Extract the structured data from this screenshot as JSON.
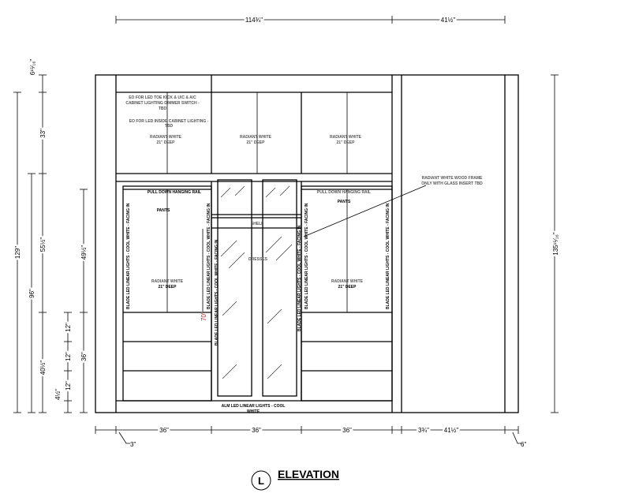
{
  "drawing": {
    "title": "ELEVATION",
    "marker": "L",
    "notes": {
      "switch_note_1": "EO FOR LED TOE KICK & U/C & A/C",
      "switch_note_2": "CABINET LIGHTING DIMMER SWITCH -",
      "switch_note_3": "TBD",
      "inside_note_1": "EO FOR LED INSIDE CABINET LIGHTING -",
      "inside_note_2": "TBD",
      "finish": "RADIANT WHITE",
      "depth": "21\" DEEP",
      "rail": "PULL DOWN HANGING RAIL",
      "pants": "PANTS",
      "shelf": "SHELF",
      "dresses": "DRESSES",
      "blade": "BLADE LED LINEAR LIGHTS - COOL WHITE - FACING IN",
      "frame_1": "RADIANT WHITE WOOD FRAME",
      "frame_2": "ONLY WITH GLASS INSERT TBD",
      "alm_1": "ALM LED LINEAR LIGHTS - COOL",
      "alm_2": "WHITE",
      "height_70": "70\""
    },
    "dimensions": {
      "top_width": "114¾\"",
      "top_right": "41½\"",
      "right_height": "135¹⁵⁄₁₆\"",
      "left_129": "129\"",
      "left_96": "96\"",
      "left_top": "6¹⁵⁄₁₆\"",
      "left_33": "33\"",
      "left_55": "55½\"",
      "left_40": "40½\"",
      "left_49": "49½\"",
      "left_36": "36\"",
      "left_12": "12\"",
      "left_4": "4½\"",
      "bottom_3": "3\"",
      "bottom_36": "36\"",
      "bottom_3_4": "3¾\"",
      "bottom_41": "41½\"",
      "bottom_6": "6\""
    }
  }
}
